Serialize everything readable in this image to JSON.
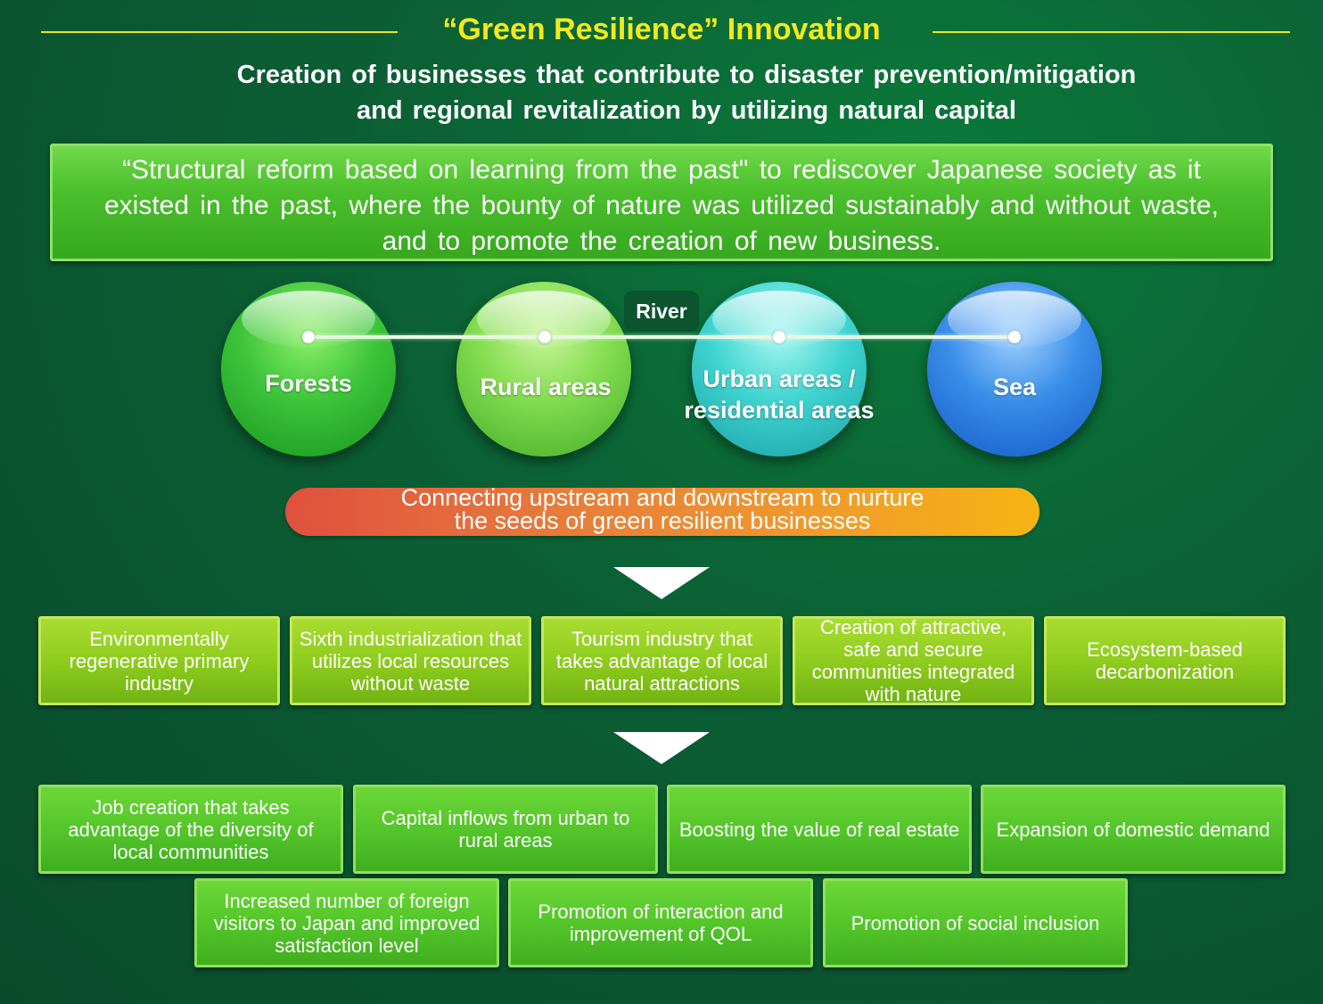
{
  "header": {
    "title": "“Green Resilience” Innovation",
    "subtitle_line1": "Creation of businesses that contribute to disaster prevention/mitigation",
    "subtitle_line2": "and regional revitalization by utilizing natural capital"
  },
  "banner": {
    "line1": "“Structural reform based on learning from the past\" to rediscover Japanese society as it",
    "line2": "existed in the past, where the bounty of nature was utilized sustainably and without waste,",
    "line3": "and to promote the creation of new business."
  },
  "river_label": "River",
  "areas": {
    "forests": "Forests",
    "rural": "Rural areas",
    "urban_line1": "Urban areas /",
    "urban_line2": "residential areas",
    "sea": "Sea"
  },
  "connector": {
    "line1": "Connecting upstream and downstream to nurture",
    "line2": "the seeds of green resilient businesses"
  },
  "businesses": [
    {
      "l1": "Environmentally",
      "l2": "regenerative primary",
      "l3": "industry"
    },
    {
      "l1": "Sixth industrialization  that",
      "l2": "utilizes  local resources",
      "l3": "without  waste"
    },
    {
      "l1": "Tourism industry  that",
      "l2": "takes advantage  of local",
      "l3": "natural attractions"
    },
    {
      "l1": "Creation of attractive,",
      "l2": "safe and secure",
      "l3": "communities  integrated",
      "l4": "with nature"
    },
    {
      "l1": "Ecosystem-based",
      "l2": "decarbonization"
    }
  ],
  "outcomes_row1": [
    {
      "l1": "Job creation that takes",
      "l2": "advantage  of the diversity of",
      "l3": "local communities"
    },
    {
      "l1": "Capital inflows from urban to",
      "l2": "rural areas"
    },
    {
      "l1": "Boosting the value of real estate"
    },
    {
      "l1": "Expansion  of domestic demand"
    }
  ],
  "outcomes_row2": [
    {
      "l1": "Increased number  of foreign",
      "l2": "visitors to Japan and improved",
      "l3": "satisfaction level"
    },
    {
      "l1": "Promotion  of interaction and",
      "l2": "improvement  of QOL"
    },
    {
      "l1": "Promotion  of social inclusion"
    }
  ],
  "colors": {
    "title": "#f2ea1c",
    "banner_green": "#4bbf2c",
    "forest": "#3dc43a",
    "rural": "#82dc4e",
    "urban": "#3fd4cf",
    "sea": "#3a8ee9",
    "pill_start": "#e0503f",
    "pill_end": "#f5b512"
  },
  "icons": [
    "chevron-down-icon",
    "chevron-down-icon"
  ]
}
